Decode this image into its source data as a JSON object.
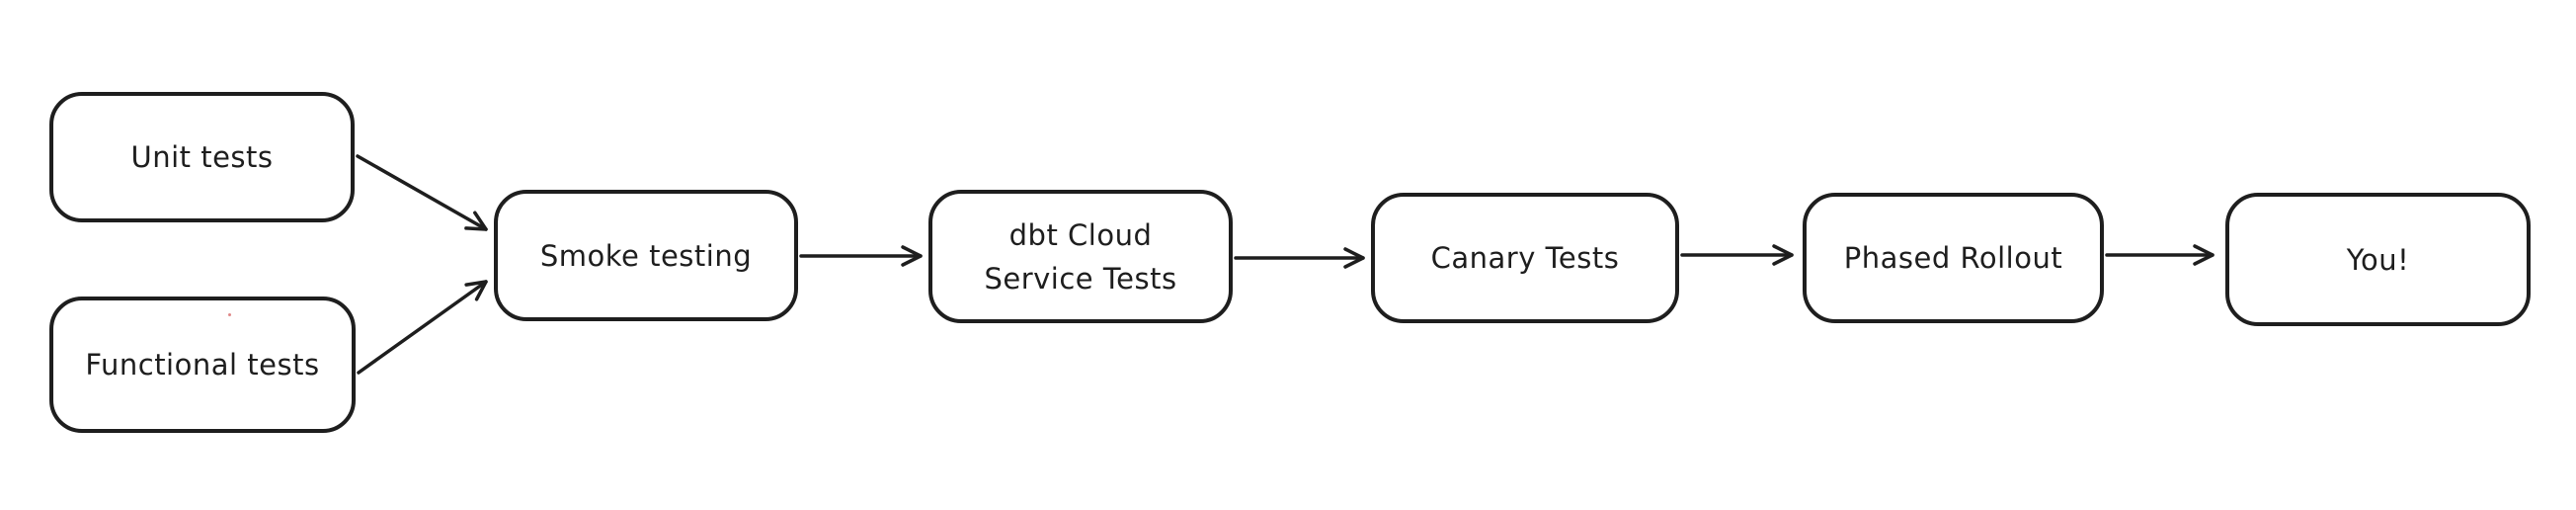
{
  "diagram": {
    "background_color": "#ffffff",
    "node_fill_color": "#ffffff",
    "stroke_color": "#1e1e1e",
    "artifact_dot_color": "#e08888",
    "nodes": [
      {
        "id": "unit-tests",
        "label": "Unit tests"
      },
      {
        "id": "functional-tests",
        "label": "Functional tests"
      },
      {
        "id": "smoke-testing",
        "label": "Smoke testing"
      },
      {
        "id": "dbt-cloud-service-tests",
        "label": "dbt Cloud",
        "label2": "Service Tests"
      },
      {
        "id": "canary-tests",
        "label": "Canary Tests"
      },
      {
        "id": "phased-rollout",
        "label": "Phased Rollout"
      },
      {
        "id": "you",
        "label": "You!"
      }
    ],
    "edges": [
      {
        "from": "unit-tests",
        "to": "smoke-testing"
      },
      {
        "from": "functional-tests",
        "to": "smoke-testing"
      },
      {
        "from": "smoke-testing",
        "to": "dbt-cloud-service-tests"
      },
      {
        "from": "dbt-cloud-service-tests",
        "to": "canary-tests"
      },
      {
        "from": "canary-tests",
        "to": "phased-rollout"
      },
      {
        "from": "phased-rollout",
        "to": "you"
      }
    ]
  }
}
